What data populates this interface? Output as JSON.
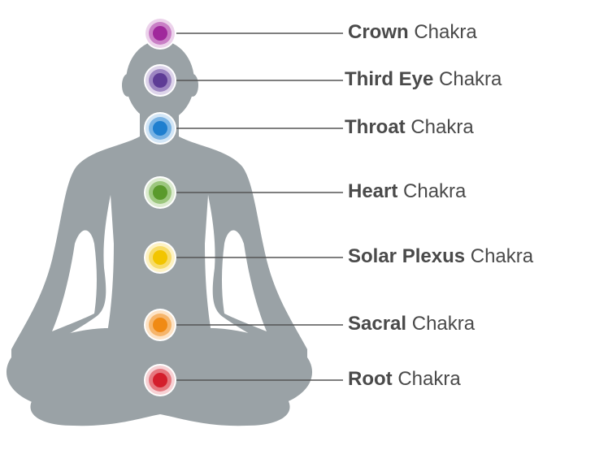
{
  "figure_colors": {
    "silhouette": "#9aa2a6",
    "connector_line": "#555555",
    "text": "#4a4a4a"
  },
  "chakras": [
    {
      "bold": "Crown",
      "rest": "Chakra",
      "color": "#a0289c",
      "mid": "#c97fc6",
      "outer": "#ecd2eb"
    },
    {
      "bold": "Third Eye",
      "rest": "Chakra",
      "color": "#5e3c96",
      "mid": "#9d86c2",
      "outer": "#ddd4ea"
    },
    {
      "bold": "Throat",
      "rest": "Chakra",
      "color": "#1f7fcf",
      "mid": "#79b3e4",
      "outer": "#d3e6f6"
    },
    {
      "bold": "Heart",
      "rest": "Chakra",
      "color": "#5a9a2c",
      "mid": "#9cc77e",
      "outer": "#dcebd0"
    },
    {
      "bold": "Solar Plexus",
      "rest": "Chakra",
      "color": "#f2c500",
      "mid": "#f7dc6a",
      "outer": "#fdf2c4"
    },
    {
      "bold": "Sacral",
      "rest": "Chakra",
      "color": "#f08a14",
      "mid": "#f6b56b",
      "outer": "#fde3c6"
    },
    {
      "bold": "Root",
      "rest": "Chakra",
      "color": "#d41e2c",
      "mid": "#e6787f",
      "outer": "#f7d1d4"
    }
  ]
}
